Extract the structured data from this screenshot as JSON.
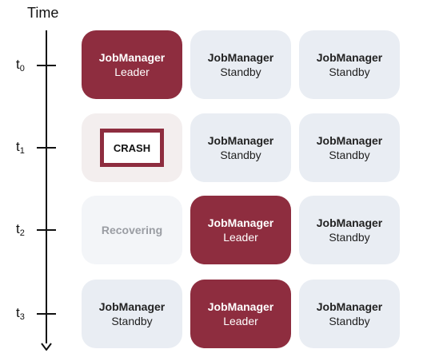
{
  "axis": {
    "title": "Time",
    "ticks": [
      {
        "base": "t",
        "sub": "0"
      },
      {
        "base": "t",
        "sub": "1"
      },
      {
        "base": "t",
        "sub": "2"
      },
      {
        "base": "t",
        "sub": "3"
      }
    ]
  },
  "rows": [
    {
      "cells": [
        {
          "state": "leader",
          "title": "JobManager",
          "role": "Leader"
        },
        {
          "state": "standby",
          "title": "JobManager",
          "role": "Standby"
        },
        {
          "state": "standby",
          "title": "JobManager",
          "role": "Standby"
        }
      ]
    },
    {
      "cells": [
        {
          "state": "crashed",
          "badge": "CRASH"
        },
        {
          "state": "standby",
          "title": "JobManager",
          "role": "Standby"
        },
        {
          "state": "standby",
          "title": "JobManager",
          "role": "Standby"
        }
      ]
    },
    {
      "cells": [
        {
          "state": "recovering",
          "title": "Recovering"
        },
        {
          "state": "leader",
          "title": "JobManager",
          "role": "Leader"
        },
        {
          "state": "standby",
          "title": "JobManager",
          "role": "Standby"
        }
      ]
    },
    {
      "cells": [
        {
          "state": "standby",
          "title": "JobManager",
          "role": "Standby"
        },
        {
          "state": "leader",
          "title": "JobManager",
          "role": "Leader"
        },
        {
          "state": "standby",
          "title": "JobManager",
          "role": "Standby"
        }
      ]
    }
  ],
  "colors": {
    "leader": "#8e2d3f",
    "standby": "#e9edf3",
    "crashed": "#f3eeee",
    "recovering": "#f3f5f8"
  }
}
